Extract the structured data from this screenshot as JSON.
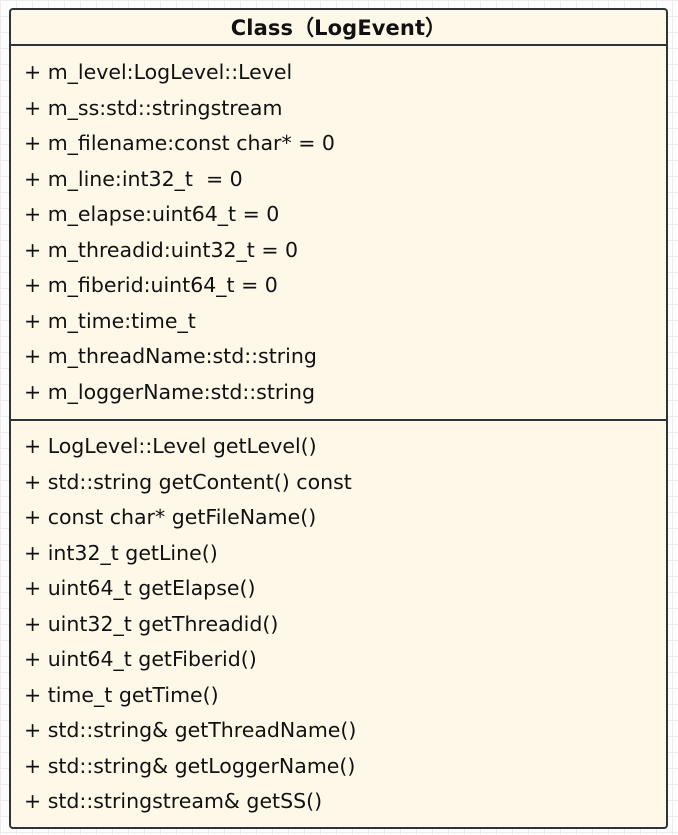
{
  "class_box": {
    "title": "Class（LogEvent）",
    "attributes": [
      "+ m_level:LogLevel::Level",
      "+ m_ss:std::stringstream",
      "+ m_filename:const char* = 0",
      "+ m_line:int32_t  = 0",
      "+ m_elapse:uint64_t = 0",
      "+ m_threadid:uint32_t = 0",
      "+ m_fiberid:uint64_t = 0",
      "+ m_time:time_t",
      "+ m_threadName:std::string",
      "+ m_loggerName:std::string"
    ],
    "methods": [
      "+ LogLevel::Level getLevel()",
      "+ std::string getContent() const",
      "+ const char* getFileName()",
      "+ int32_t getLine()",
      "+ uint64_t getElapse()",
      "+ uint32_t getThreadid()",
      "+ uint64_t getFiberid()",
      "+ time_t getTime()",
      "+ std::string& getThreadName()",
      "+ std::string& getLoggerName()",
      "+ std::stringstream& getSS()"
    ]
  },
  "colors": {
    "box_fill": "#fdf8e8",
    "box_border": "#2f3438",
    "text": "#111111",
    "canvas_grid": "#ececec"
  }
}
